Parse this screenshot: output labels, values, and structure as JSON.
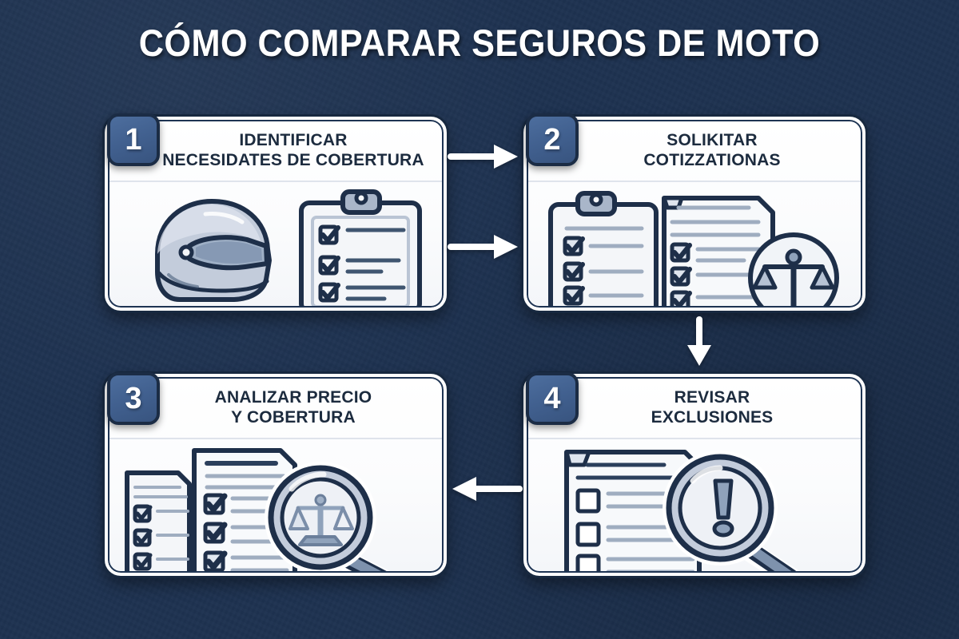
{
  "page": {
    "title": "CÓMO COMPARAR SEGUROS DE MOTO",
    "background_color": "#1d3250",
    "card_background": "#ffffff",
    "badge_color": "#41608f",
    "outline_color": "#1e3453",
    "accent_color": "#c3ccdb",
    "arrow_color": "#ffffff"
  },
  "steps": [
    {
      "number": "1",
      "title_line1": "IDENTIFICAR",
      "title_line2": "NECESIDATES DE COBERTURA",
      "icons": [
        "motorcycle-helmet-icon",
        "clipboard-checklist-icon"
      ]
    },
    {
      "number": "2",
      "title_line1": "SOLIKITAR",
      "title_line2": "COTIZZATIONAS",
      "icons": [
        "clipboard-checklist-icon",
        "document-checklist-icon",
        "scales-of-justice-icon"
      ]
    },
    {
      "number": "3",
      "title_line1": "ANALIZAR PRECIO",
      "title_line2": "Y COBERTURA",
      "icons": [
        "document-checklist-icon",
        "document-checklist-icon",
        "magnifier-scales-icon"
      ]
    },
    {
      "number": "4",
      "title_line1": "REVISAR",
      "title_line2": "EXCLUSIONES",
      "icons": [
        "document-checklist-icon",
        "magnifier-warning-icon"
      ]
    }
  ],
  "arrows": [
    {
      "name": "arrow-step1-to-step2-upper",
      "direction": "right"
    },
    {
      "name": "arrow-step1-to-step2-lower",
      "direction": "right"
    },
    {
      "name": "arrow-step2-to-step4",
      "direction": "down"
    },
    {
      "name": "arrow-step4-to-step3",
      "direction": "left"
    }
  ]
}
